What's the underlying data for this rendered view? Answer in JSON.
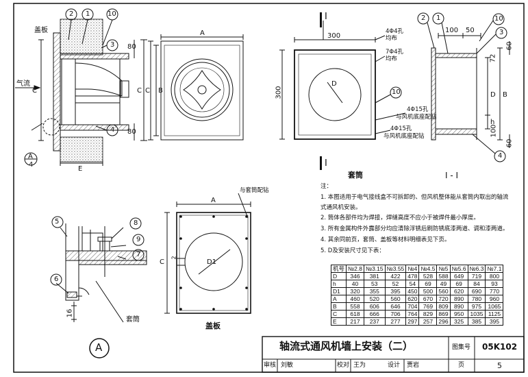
{
  "drawing": {
    "title": "轴流式通风机墙上安装（二）",
    "atlas_label": "图集号",
    "atlas_no": "05K102",
    "page_label": "页",
    "page_no": "5"
  },
  "title_block": {
    "reviewer_role": "审核",
    "reviewer": "刘敏",
    "checker_role": "校对",
    "checker": "王为",
    "designer_role": "设计",
    "designer": "贾岩"
  },
  "views": {
    "section_a_marker": "A",
    "section_a_index": "4",
    "cover_plate_title": "盖板",
    "sleeve_title": "套筒",
    "section_label": "I - I",
    "cut_mark": "I"
  },
  "labels": {
    "cover_board": "盖板",
    "airflow": "气流",
    "match_sleeve": "与套筒配钻",
    "sleeve": "套筒",
    "dim_A": "A",
    "dim_B": "B",
    "dim_C": "C",
    "dim_D": "D",
    "dim_E": "E",
    "dim_D1": "D1",
    "dim_h": "h",
    "dim_2": "2",
    "dim_16": "16",
    "dim_80": "80",
    "dim_300": "300",
    "dim_100": "100",
    "dim_50": "50",
    "dim_60": "60",
    "dim_72": "72",
    "hole_4d4": "4Φ4孔",
    "hole_4d4_sub": "均布",
    "hole_7d4": "7Φ4孔",
    "hole_7d4_sub": "均布",
    "hole_4d15_a": "4Φ15孔",
    "hole_4d15_a_sub": "与风机底座配钻",
    "hole_4d15_b": "4Φ15孔",
    "hole_4d15_b_sub": "与风机底座配钻"
  },
  "callouts": [
    "1",
    "2",
    "3",
    "4",
    "5",
    "6",
    "7",
    "8",
    "9",
    "10"
  ],
  "notes": {
    "heading": "注：",
    "items": [
      "1. 本图适用于电气接线盒不可拆卸的、但风机整体能从套筒内取出的轴流",
      "式通风机安装。",
      "2. 筒体各部件均为焊接，焊缝高度不应小于被焊件最小厚度。",
      "3. 所有金属构件外露部分均应清除浮锈后刷防锈底漆两道、调和漆两道。",
      "4. 其余同前页，套筒、盖板等材料明细表见下页。",
      "5. D及安装尺寸见下表："
    ]
  },
  "spec_table": {
    "header": [
      "机号",
      "№2.8",
      "№3.15",
      "№3.55",
      "№4",
      "№4.5",
      "№5",
      "№5.6",
      "№6.3",
      "№7.1"
    ],
    "rows": [
      [
        "D",
        "346",
        "381",
        "422",
        "478",
        "528",
        "588",
        "649",
        "719",
        "800"
      ],
      [
        "h",
        "40",
        "53",
        "52",
        "54",
        "69",
        "49",
        "69",
        "84",
        "93"
      ],
      [
        "D1",
        "320",
        "355",
        "395",
        "450",
        "500",
        "560",
        "620",
        "690",
        "770"
      ],
      [
        "A",
        "460",
        "520",
        "560",
        "620",
        "670",
        "720",
        "890",
        "780",
        "960"
      ],
      [
        "B",
        "558",
        "606",
        "646",
        "704",
        "769",
        "809",
        "890",
        "975",
        "1065"
      ],
      [
        "C",
        "618",
        "666",
        "706",
        "764",
        "829",
        "869",
        "950",
        "1035",
        "1125"
      ],
      [
        "E",
        "217",
        "237",
        "277",
        "297",
        "257",
        "296",
        "325",
        "385",
        "395"
      ]
    ]
  }
}
